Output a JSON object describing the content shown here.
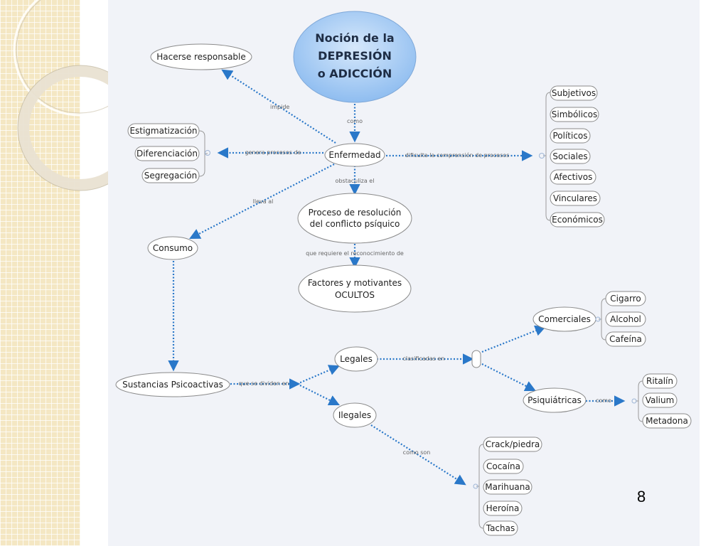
{
  "root": {
    "lines": [
      "Noción de la",
      "DEPRESIÓN",
      "o ADICCIÓN"
    ]
  },
  "nodes": {
    "hacerse": "Hacerse responsable",
    "enfermedad": "Enfermedad",
    "proceso": [
      "Proceso de resolución",
      "del conflicto psíquico"
    ],
    "factores": [
      "Factores y motivantes",
      "OCULTOS"
    ],
    "consumo": "Consumo",
    "sustancias": "Sustancias Psicoactivas",
    "legales": "Legales",
    "ilegales": "Ilegales",
    "comerciales": "Comerciales",
    "psiquiatricas": "Psiquiátricas"
  },
  "edge_labels": {
    "impide": "impide",
    "como": "como",
    "genera": "genera procesos de",
    "dificulta": "dificulta la comprensión de procesos",
    "obstaculiza": "obstaculiza el",
    "lleva": "lleva al",
    "requiere": "que requiere el reconocimiento de",
    "dividen": "que se dividen en",
    "clasificadas": "clasificadas en",
    "como_psiq": "como",
    "como_son": "como son"
  },
  "groups": {
    "estigma": [
      "Estigmatización",
      "Diferenciación",
      "Segregación"
    ],
    "procesos": [
      "Subjetivos",
      "Simbólicos",
      "Políticos",
      "Sociales",
      "Afectivos",
      "Vinculares",
      "Económicos"
    ],
    "comerciales": [
      "Cigarro",
      "Alcohol",
      "Cafeína"
    ],
    "psiquiatricas": [
      "Ritalín",
      "Valium",
      "Metadona"
    ],
    "ilegales": [
      "Crack/piedra",
      "Cocaína",
      "Marihuana",
      "Heroína",
      "Tachas"
    ]
  },
  "page_number": "8",
  "colors": {
    "link": "#2a78c9",
    "root_fill": "#a9cdf4",
    "canvas": "#f1f3f8",
    "band": "#f4e7c3"
  }
}
